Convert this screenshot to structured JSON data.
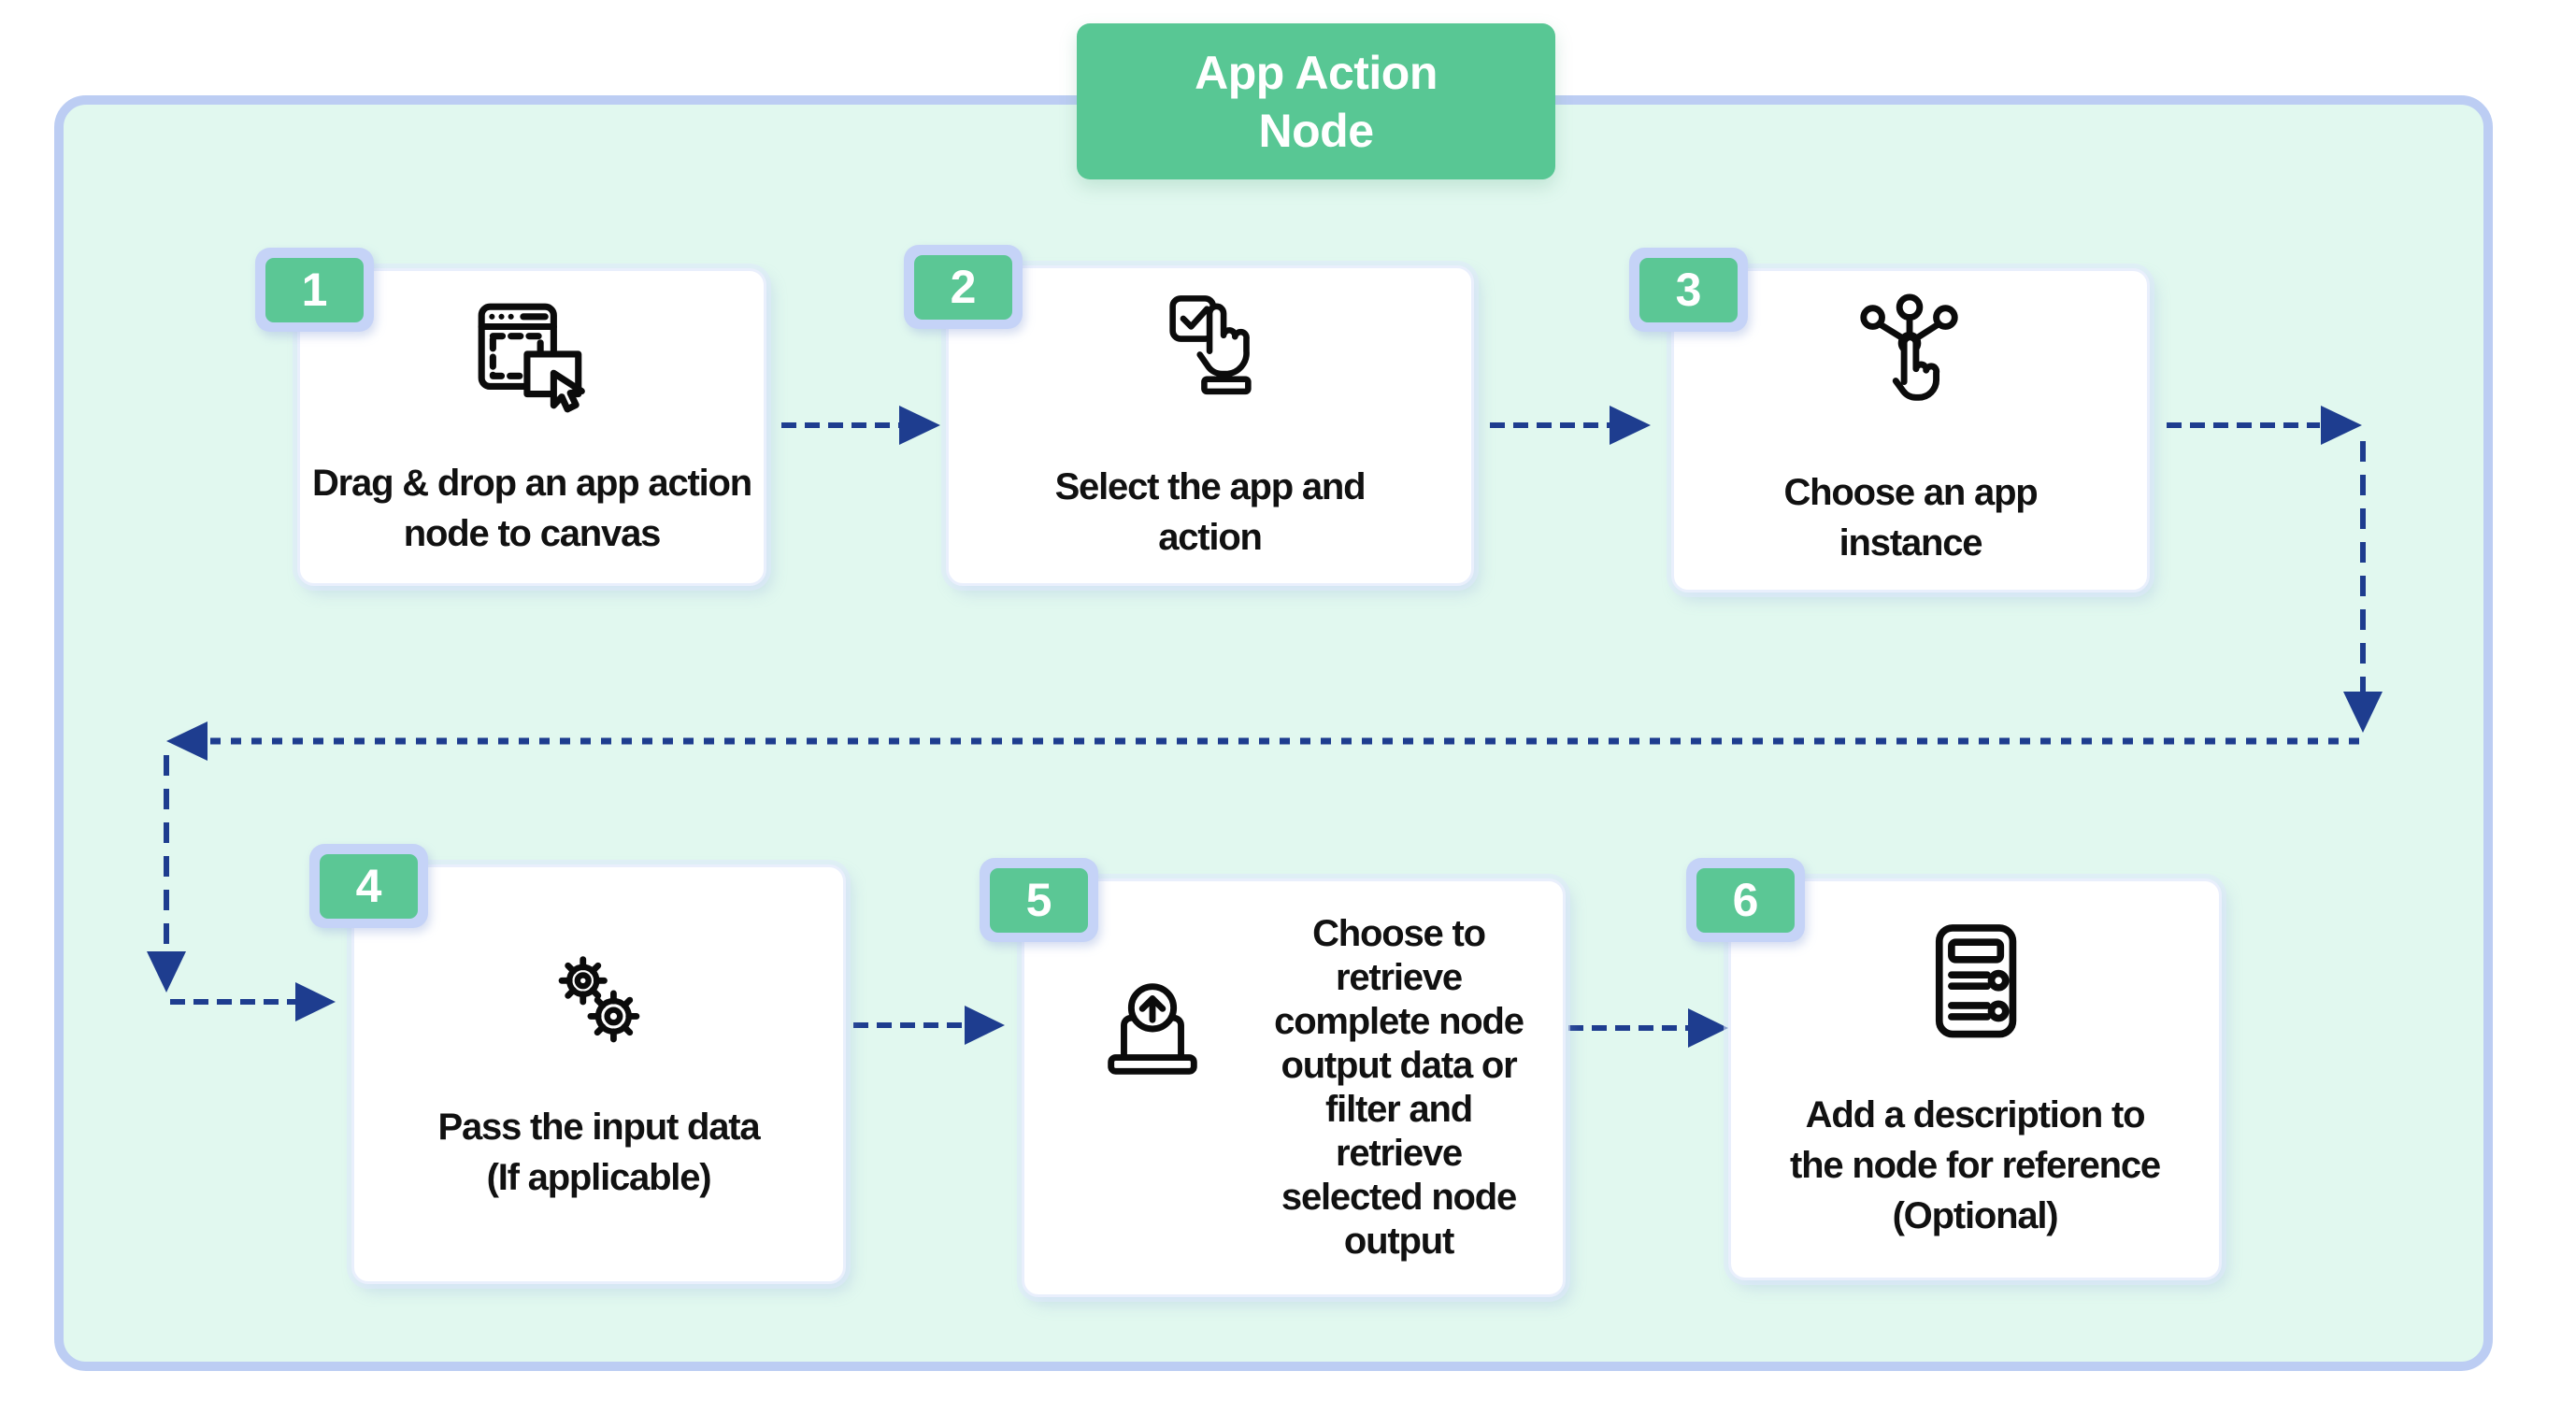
{
  "title": {
    "text": "App Action\nNode"
  },
  "steps": [
    {
      "number": "1",
      "label": "Drag & drop an app action\nnode to canvas",
      "icon": "drag-drop-icon"
    },
    {
      "number": "2",
      "label": "Select the app and\naction",
      "icon": "select-checkbox-icon"
    },
    {
      "number": "3",
      "label": "Choose an app\ninstance",
      "icon": "choose-instance-icon"
    },
    {
      "number": "4",
      "label": "Pass the input data\n(If applicable)",
      "icon": "gears-icon"
    },
    {
      "number": "5",
      "label": "Choose to\nretrieve\ncomplete node\noutput data or\nfilter and\nretrieve\nselected node\noutput",
      "icon": "upload-output-icon"
    },
    {
      "number": "6",
      "label": "Add a description to\nthe node for reference\n(Optional)",
      "icon": "description-list-icon"
    }
  ],
  "colors": {
    "badge_green": "#5BC795",
    "badge_ring": "#C5D3F7",
    "frame_border": "#BCCDF3",
    "frame_fill": "#E1F8EF",
    "arrow_navy": "#1E3D8F",
    "card_bg": "#FFFFFF",
    "text": "#111111"
  }
}
